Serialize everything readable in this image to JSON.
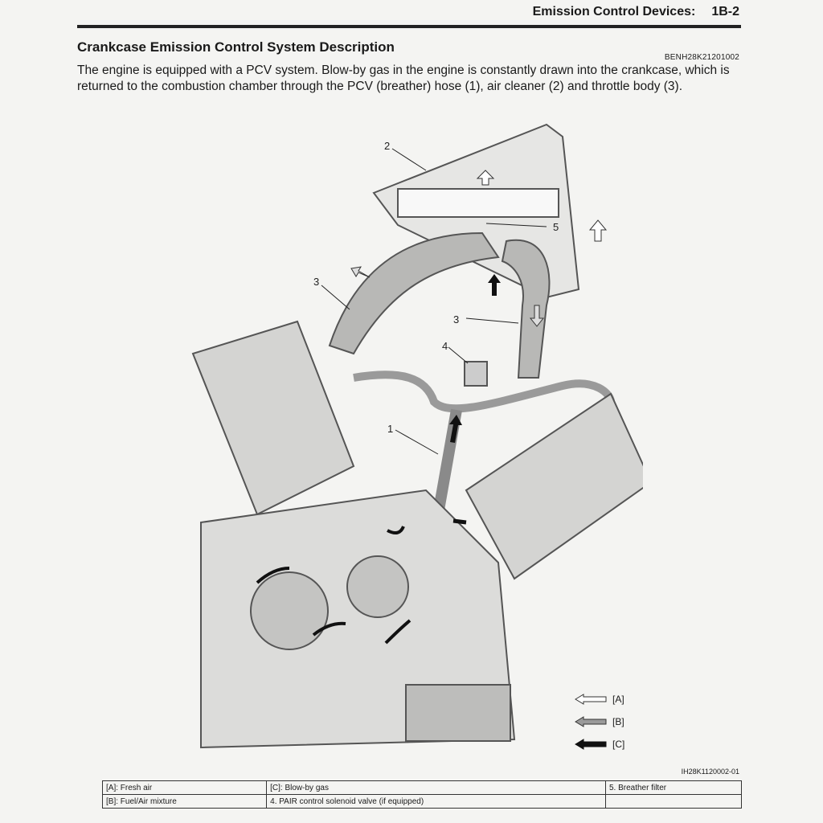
{
  "header": {
    "title": "Emission Control Devices:",
    "page": "1B-2"
  },
  "section": {
    "title": "Crankcase Emission Control System Description",
    "doc_id": "BENH28K21201002",
    "body": "The engine is equipped with a PCV system. Blow-by gas in the engine is constantly drawn into the crankcase, which is returned to the combustion chamber through the PCV (breather) hose (1), air cleaner (2) and throttle body (3)."
  },
  "figure": {
    "callouts": [
      "2",
      "5",
      "3",
      "3",
      "4",
      "1"
    ],
    "arrow_legend": [
      "[A]",
      "[B]",
      "[C]"
    ],
    "figure_id": "IH28K1120002-01"
  },
  "legend_table": [
    [
      "[A]:  Fresh air",
      "[C]:  Blow-by gas",
      "5.  Breather filter"
    ],
    [
      "[B]:  Fuel/Air mixture",
      "4.  PAIR control solenoid valve (if equipped)",
      ""
    ]
  ],
  "colors": {
    "fresh_air": "#ffffff",
    "mixture": "#9a9a9a",
    "blowby": "#1a1a1a"
  }
}
